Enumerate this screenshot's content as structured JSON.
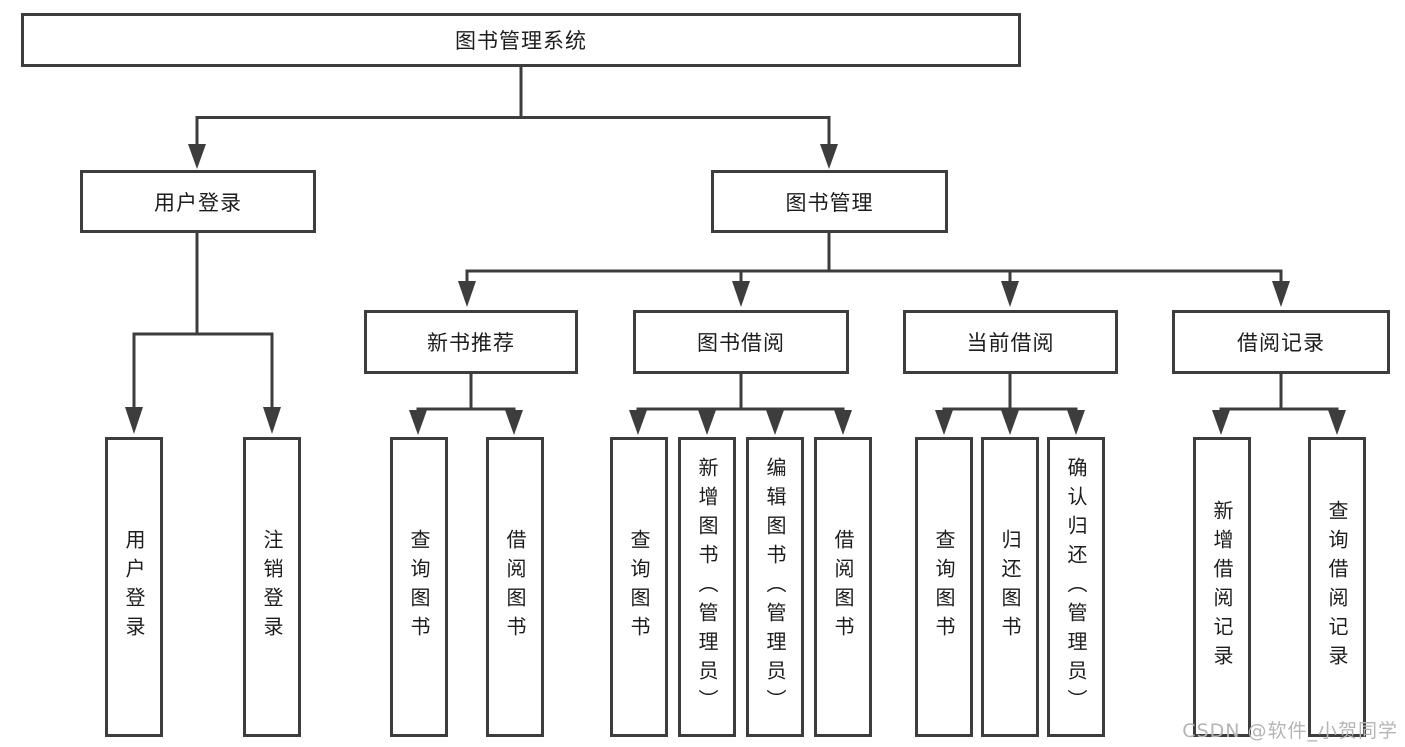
{
  "diagram_title": "图书管理系统",
  "nodes": {
    "root": {
      "label": "图书管理系统"
    },
    "user_login_branch": {
      "label": "用户登录"
    },
    "book_mgmt_branch": {
      "label": "图书管理"
    },
    "new_book_rec": {
      "label": "新书推荐"
    },
    "book_borrow": {
      "label": "图书借阅"
    },
    "current_borrow": {
      "label": "当前借阅"
    },
    "borrow_records": {
      "label": "借阅记录"
    },
    "leaf_user_login": {
      "label": "用户登录"
    },
    "leaf_logout": {
      "label": "注销登录"
    },
    "leaf_nbr_query_books": {
      "label": "查询图书"
    },
    "leaf_nbr_borrow_books": {
      "label": "借阅图书"
    },
    "leaf_bb_query_books": {
      "label": "查询图书"
    },
    "leaf_bb_add_books": {
      "label": "新增图书（管理员）"
    },
    "leaf_bb_edit_books": {
      "label": "编辑图书（管理员）"
    },
    "leaf_bb_borrow_books": {
      "label": "借阅图书"
    },
    "leaf_cb_query_books": {
      "label": "查询图书"
    },
    "leaf_cb_return_books": {
      "label": "归还图书"
    },
    "leaf_cb_confirm_return": {
      "label": "确认归还（管理员）"
    },
    "leaf_br_add_record": {
      "label": "新增借阅记录"
    },
    "leaf_br_query_record": {
      "label": "查询借阅记录"
    }
  },
  "watermark": {
    "text": "CSDN @软件_小贺同学"
  },
  "colors": {
    "line": "#3d3d3d",
    "text": "#1d1d1d",
    "watermark": "#b5b5b5",
    "background": "#ffffff"
  }
}
